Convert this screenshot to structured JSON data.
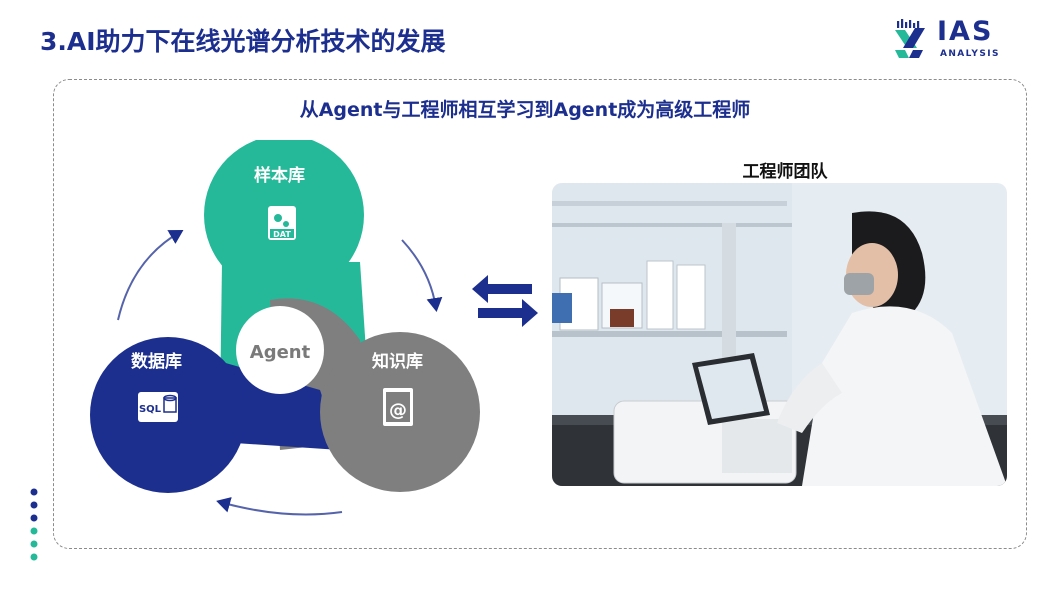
{
  "header": {
    "title": "3.AI助力下在线光谱分析技术的发展",
    "logo_text": "IAS",
    "logo_subtext": "ANALYSIS"
  },
  "main": {
    "subtitle": "从Agent与工程师相互学习到Agent成为高级工程师"
  },
  "diagram": {
    "center_label": "Agent",
    "nodes": [
      {
        "label": "样本库",
        "icon": "dat-file-icon",
        "icon_text": "DAT",
        "color": "#25b99a"
      },
      {
        "label": "数据库",
        "icon": "sql-database-icon",
        "icon_text": "SQL",
        "color": "#1c2f8f"
      },
      {
        "label": "知识库",
        "icon": "book-at-icon",
        "icon_text": "@",
        "color": "#7f7f7f"
      }
    ]
  },
  "photo": {
    "caption": "工程师团队",
    "icon": "lab-engineer-photo"
  },
  "colors": {
    "brand": "#1c2f8f",
    "teal": "#25b99a",
    "gray": "#7f7f7f"
  }
}
